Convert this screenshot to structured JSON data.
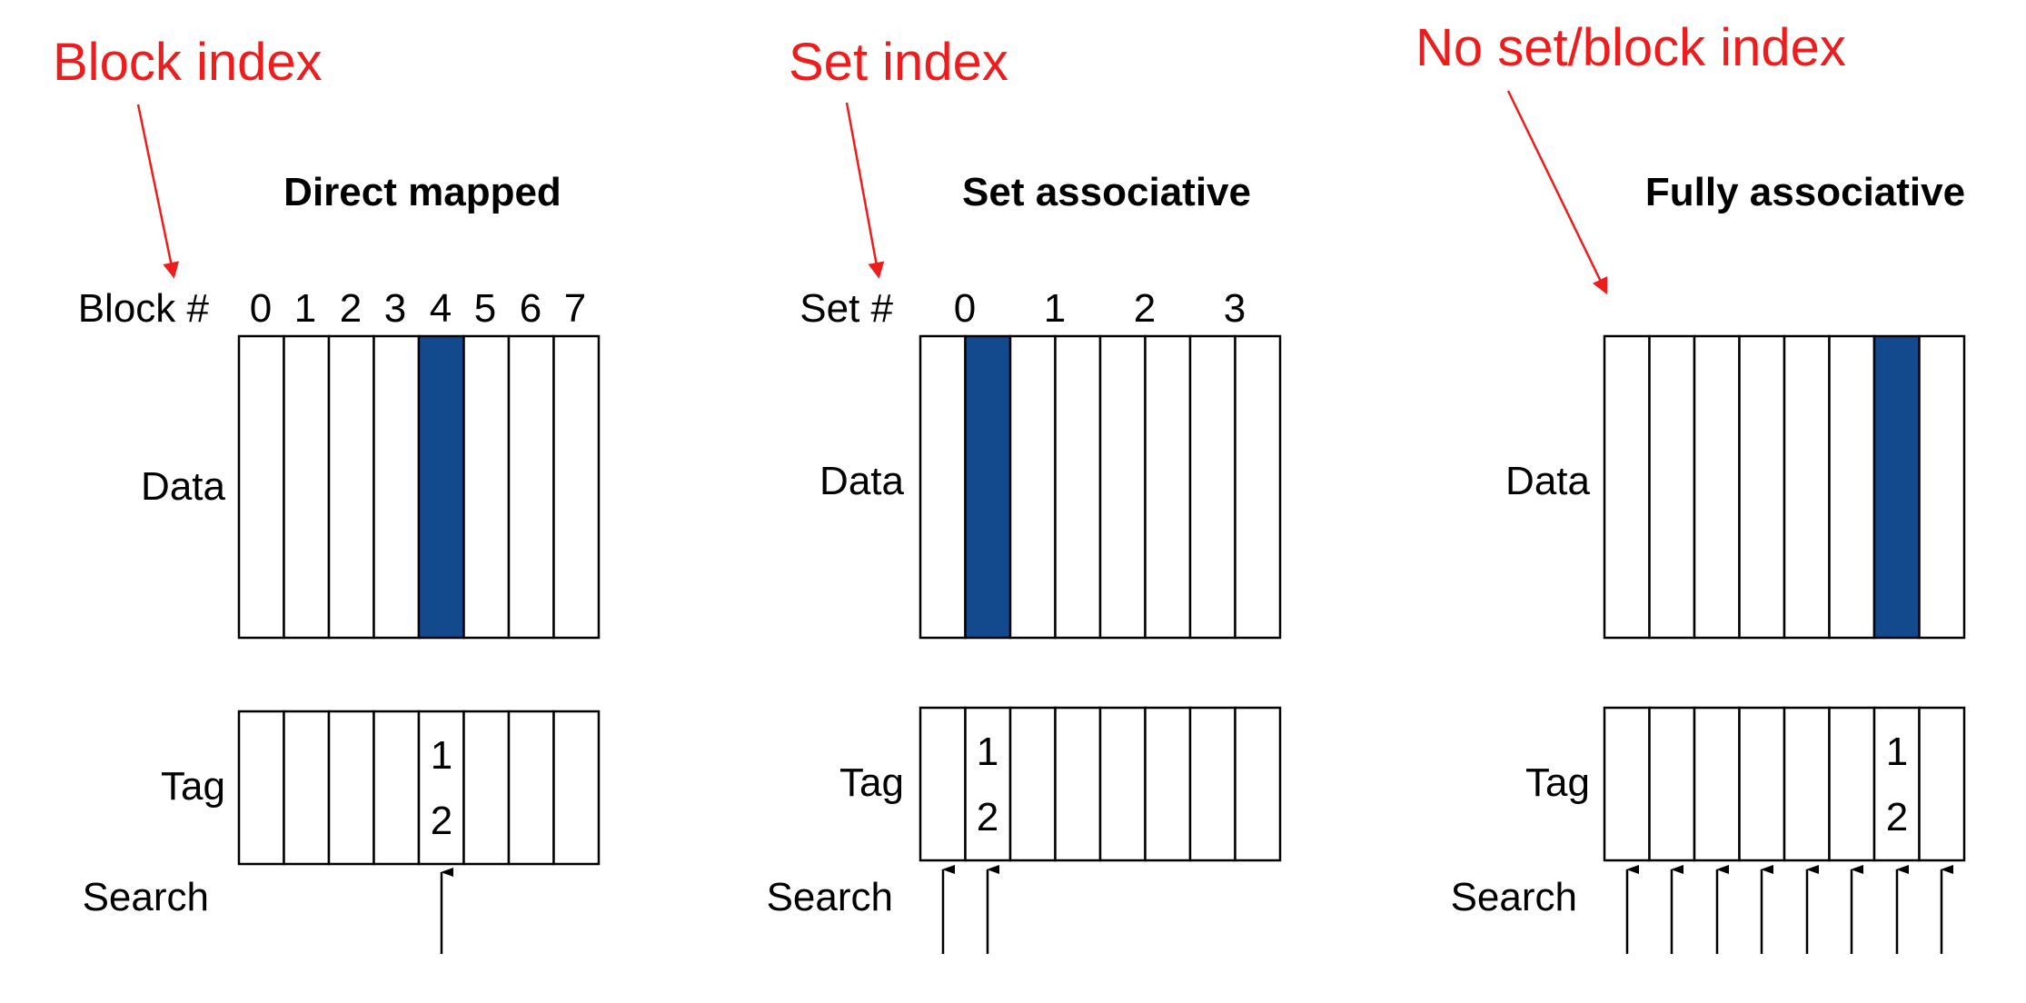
{
  "colors": {
    "highlight": "#134a8e",
    "annotation": "#ee1c1c",
    "line": "#000000"
  },
  "row_labels": {
    "data": "Data",
    "tag": "Tag",
    "search": "Search"
  },
  "tag_value": [
    "1",
    "2"
  ],
  "panels": [
    {
      "id": "direct",
      "title": "Direct mapped",
      "annotation": "Block index",
      "index_label": "Block #",
      "index_numbers": [
        "0",
        "1",
        "2",
        "3",
        "4",
        "5",
        "6",
        "7"
      ],
      "cells": 8,
      "highlight": 4,
      "search_arrows": [
        4
      ]
    },
    {
      "id": "set",
      "title": "Set associative",
      "annotation": "Set index",
      "index_label": "Set #",
      "index_numbers": [
        "0",
        "1",
        "2",
        "3"
      ],
      "cells": 8,
      "highlight": 1,
      "search_arrows": [
        0,
        1
      ]
    },
    {
      "id": "full",
      "title": "Fully associative",
      "annotation": "No set/block index",
      "index_label": "",
      "index_numbers": [],
      "cells": 8,
      "highlight": 6,
      "search_arrows": [
        0,
        1,
        2,
        3,
        4,
        5,
        6,
        7
      ]
    }
  ]
}
